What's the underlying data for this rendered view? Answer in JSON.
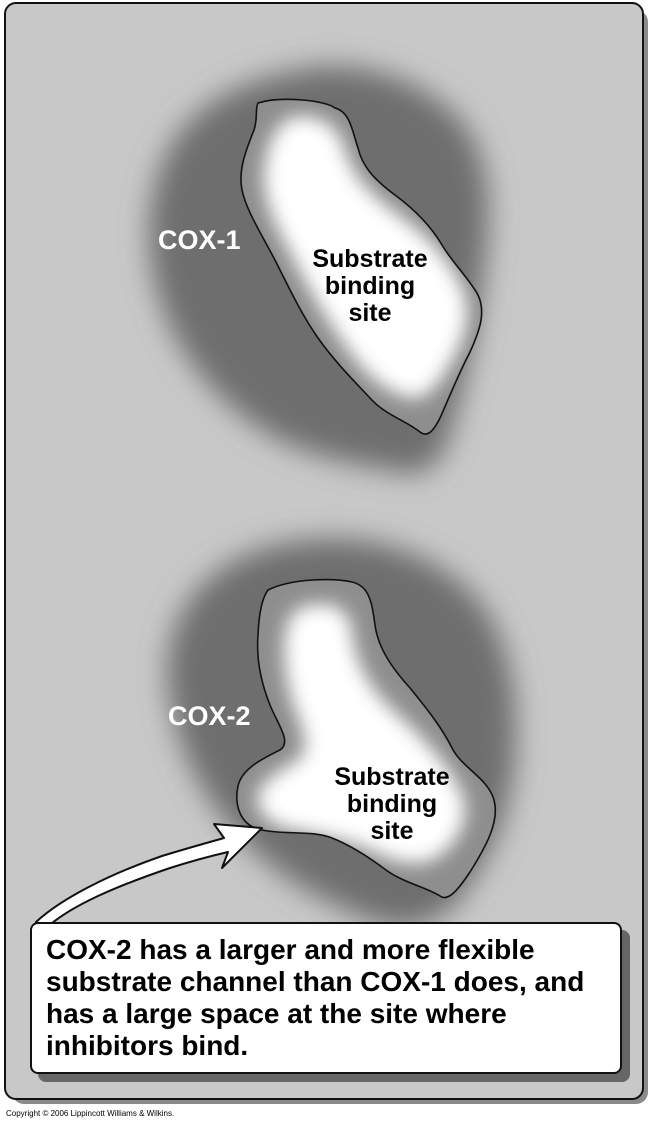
{
  "diagram": {
    "top": {
      "enzyme_label": "COX-1",
      "site_label": [
        "Substrate",
        "binding",
        "site"
      ]
    },
    "bottom": {
      "enzyme_label": "COX-2",
      "site_label": [
        "Substrate",
        "binding",
        "site"
      ]
    },
    "callout_text": "COX-2 has a larger and more flexible substrate channel than COX-1 does, and has a large space at the site where inhibitors bind.",
    "copyright": "Copyright © 2006 Lippincott Williams & Wilkins.",
    "colors": {
      "panel": "#c8c8c8",
      "enzyme_body": "#6e6e6e",
      "site_fill": "#ffffff",
      "outline": "#111111"
    }
  }
}
